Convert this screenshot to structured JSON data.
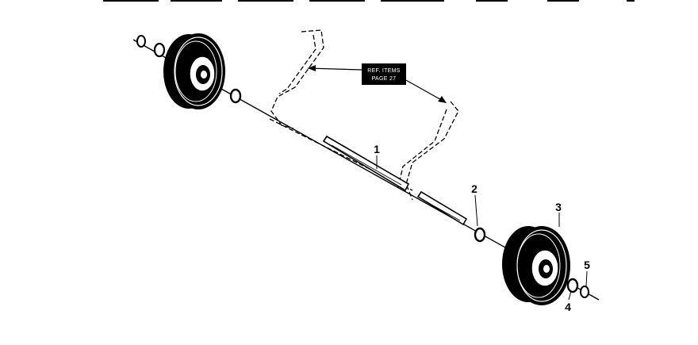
{
  "diagram": {
    "ref_box": {
      "line1": "REF. ITEMS",
      "line2": "PAGE 27"
    },
    "callouts": [
      {
        "id": "1",
        "label": "1"
      },
      {
        "id": "2",
        "label": "2"
      },
      {
        "id": "3",
        "label": "3"
      },
      {
        "id": "4",
        "label": "4"
      },
      {
        "id": "5",
        "label": "5"
      }
    ]
  }
}
